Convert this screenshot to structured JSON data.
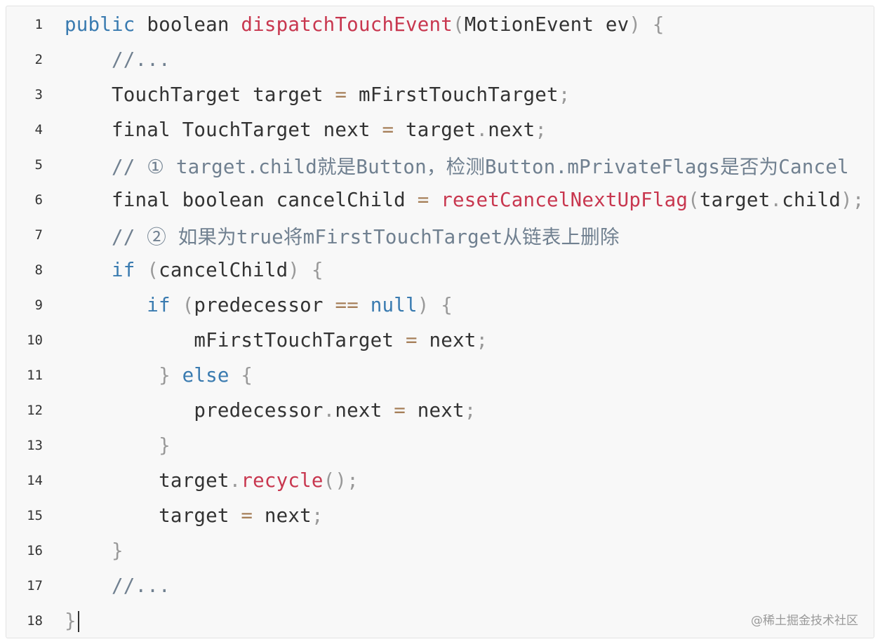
{
  "code": {
    "line_numbers": [
      "1",
      "2",
      "3",
      "4",
      "5",
      "6",
      "7",
      "8",
      "9",
      "10",
      "11",
      "12",
      "13",
      "14",
      "15",
      "16",
      "17",
      "18"
    ],
    "l1": {
      "kw_public": "public",
      "kw_boolean": "boolean",
      "fn": "dispatchTouchEvent",
      "p_open": "(",
      "params": "MotionEvent ev",
      "p_close": ")",
      "brace": "{"
    },
    "l2": {
      "comment": "//..."
    },
    "l3": {
      "type": "TouchTarget target",
      "op": "=",
      "value": "mFirstTouchTarget",
      "semi": ";"
    },
    "l4": {
      "decl": "final TouchTarget next",
      "op": "=",
      "obj": "target",
      "dot": ".",
      "prop": "next",
      "semi": ";"
    },
    "l5": {
      "comment": "// ① target.child就是Button，检测Button.mPrivateFlags是否为Cancel"
    },
    "l6": {
      "decl": "final boolean cancelChild",
      "op": "=",
      "fn": "resetCancelNextUpFlag",
      "p_open": "(",
      "obj": "target",
      "dot": ".",
      "prop": "child",
      "p_close": ")",
      "semi": ";"
    },
    "l7": {
      "comment": "// ② 如果为true将mFirstTouchTarget从链表上删除"
    },
    "l8": {
      "kw": "if",
      "p_open": "(",
      "cond": "cancelChild",
      "p_close": ")",
      "brace": "{"
    },
    "l9": {
      "kw": "if",
      "p_open": "(",
      "var": "predecessor",
      "op": "==",
      "null": "null",
      "p_close": ")",
      "brace": "{"
    },
    "l10": {
      "var": "mFirstTouchTarget",
      "op": "=",
      "value": "next",
      "semi": ";"
    },
    "l11": {
      "brace_close": "}",
      "kw": "else",
      "brace_open": "{"
    },
    "l12": {
      "obj": "predecessor",
      "dot": ".",
      "prop": "next",
      "op": "=",
      "value": "next",
      "semi": ";"
    },
    "l13": {
      "brace": "}"
    },
    "l14": {
      "obj": "target",
      "dot": ".",
      "fn": "recycle",
      "parens": "()",
      "semi": ";"
    },
    "l15": {
      "var": "target",
      "op": "=",
      "value": "next",
      "semi": ";"
    },
    "l16": {
      "brace": "}"
    },
    "l17": {
      "comment": "//..."
    },
    "l18": {
      "brace": "}"
    }
  },
  "watermark": "@稀土掘金技术社区",
  "colors": {
    "keyword": "#3a7bb0",
    "function": "#c8374f",
    "operator": "#a67f59",
    "punctuation": "#999999",
    "comment": "#708090",
    "text": "#333333",
    "background": "#f8f8f8"
  }
}
